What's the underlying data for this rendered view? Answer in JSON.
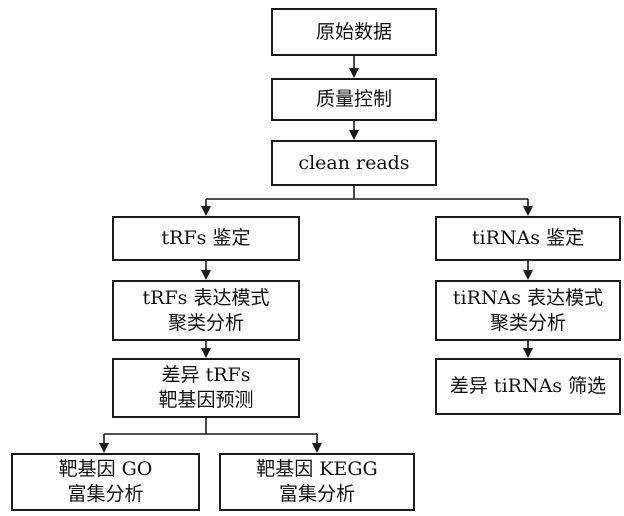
{
  "nodes": {
    "raw_data": {
      "line1": "原始数据"
    },
    "quality_control": {
      "line1": "质量控制"
    },
    "clean_reads": {
      "line1": "clean reads"
    },
    "trfs_identify": {
      "line1": "tRFs 鉴定"
    },
    "tirnas_identify": {
      "line1": "tiRNAs 鉴定"
    },
    "trfs_expression": {
      "line1": "tRFs 表达模式",
      "line2": "聚类分析"
    },
    "tirnas_expression": {
      "line1": "tiRNAs 表达模式",
      "line2": "聚类分析"
    },
    "trfs_target": {
      "line1": "差异 tRFs",
      "line2": "靶基因预测"
    },
    "tirnas_screen": {
      "line1": "差异 tiRNAs 筛选"
    },
    "go_enrichment": {
      "line1": "靶基因 GO",
      "line2": "富集分析"
    },
    "kegg_enrichment": {
      "line1": "靶基因 KEGG",
      "line2": "富集分析"
    }
  },
  "edges": [
    {
      "from": "raw_data",
      "to": "quality_control"
    },
    {
      "from": "quality_control",
      "to": "clean_reads"
    },
    {
      "from": "clean_reads",
      "to": "trfs_identify"
    },
    {
      "from": "clean_reads",
      "to": "tirnas_identify"
    },
    {
      "from": "trfs_identify",
      "to": "trfs_expression"
    },
    {
      "from": "trfs_expression",
      "to": "trfs_target"
    },
    {
      "from": "trfs_target",
      "to": "go_enrichment"
    },
    {
      "from": "trfs_target",
      "to": "kegg_enrichment"
    },
    {
      "from": "tirnas_identify",
      "to": "tirnas_expression"
    },
    {
      "from": "tirnas_expression",
      "to": "tirnas_screen"
    }
  ]
}
